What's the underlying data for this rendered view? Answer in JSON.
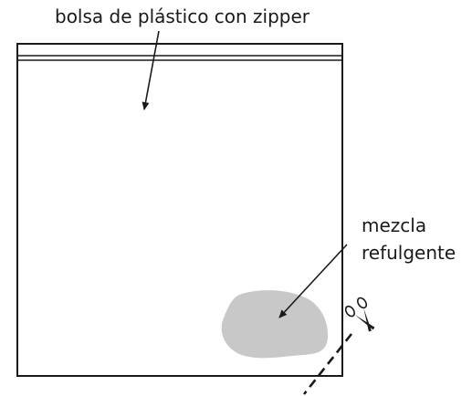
{
  "labels": {
    "bag": "bolsa de plástico con zipper",
    "mixture_line1": "mezcla",
    "mixture_line2": "refulgente"
  },
  "colors": {
    "ink": "#1a1a1a",
    "mixture_fill": "#c8c8c8",
    "background": "#ffffff"
  },
  "icons": {
    "cut_tool": "scissors-icon"
  }
}
